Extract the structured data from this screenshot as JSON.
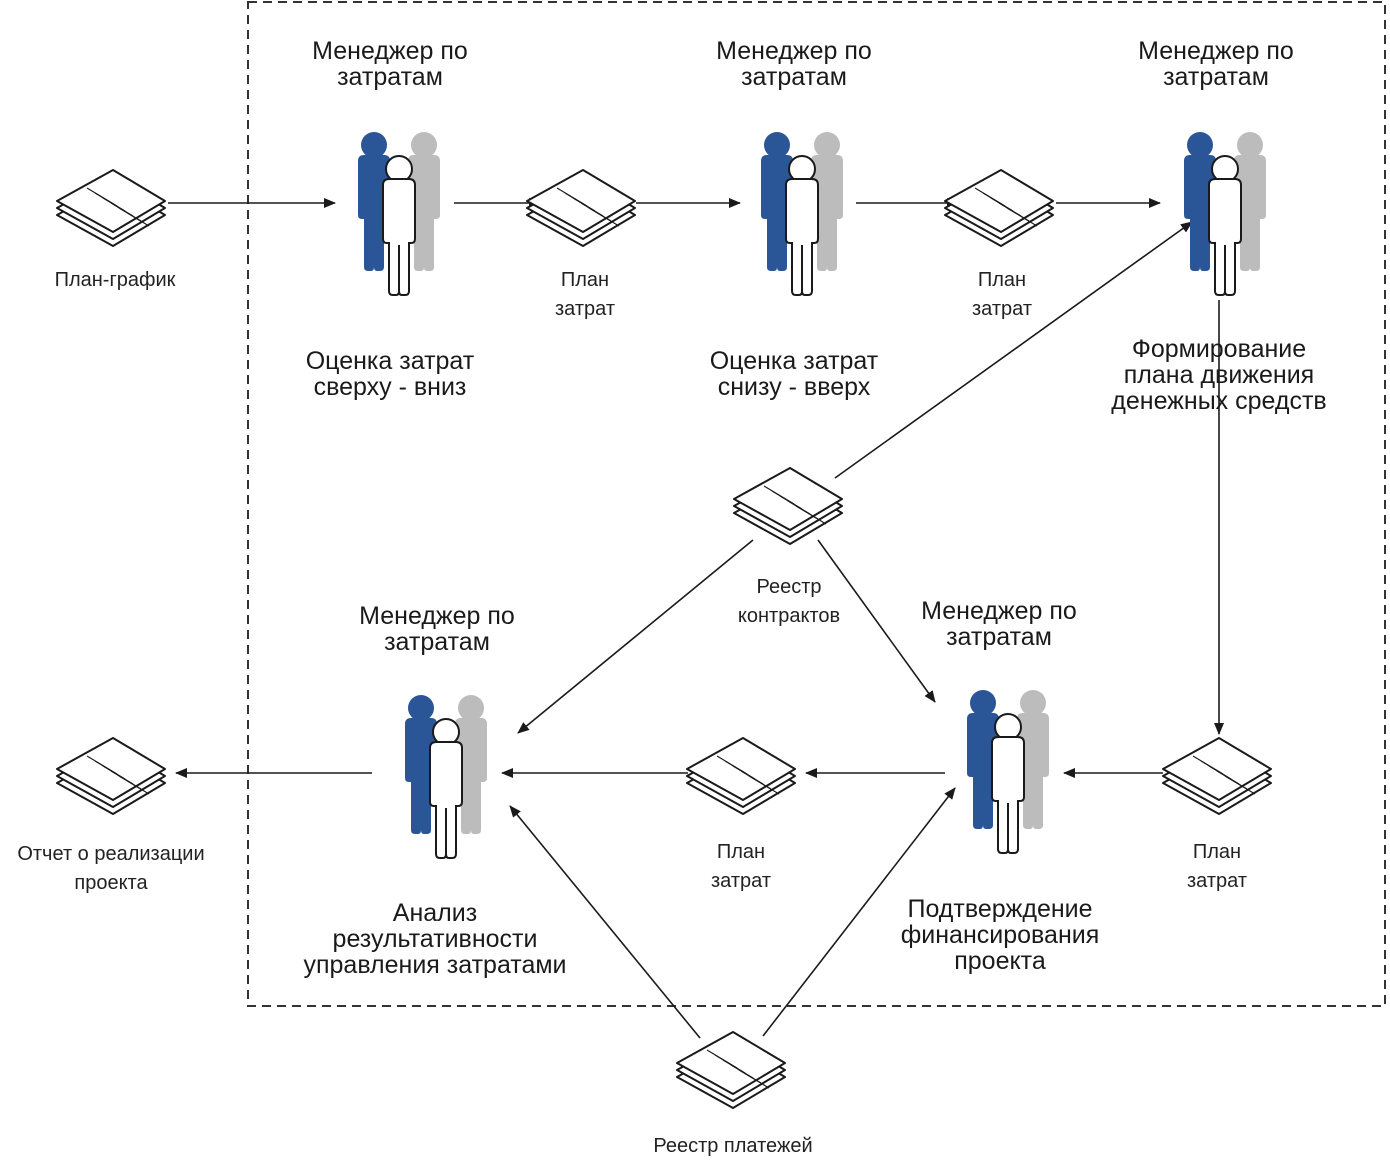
{
  "roles": [
    {
      "id": "role-1",
      "lines": [
        "Менеджер по",
        "затратам"
      ]
    },
    {
      "id": "role-2",
      "lines": [
        "Менеджер по",
        "затратам"
      ]
    },
    {
      "id": "role-3",
      "lines": [
        "Менеджер по",
        "затратам"
      ]
    },
    {
      "id": "role-4",
      "lines": [
        "Менеджер по",
        "затратам"
      ]
    },
    {
      "id": "role-5",
      "lines": [
        "Менеджер по",
        "затратам"
      ]
    }
  ],
  "processes": [
    {
      "id": "process-1",
      "lines": [
        "Оценка затрат",
        "сверху - вниз"
      ]
    },
    {
      "id": "process-2",
      "lines": [
        "Оценка затрат",
        "снизу - вверх"
      ]
    },
    {
      "id": "process-3",
      "lines": [
        "Формирование",
        "плана движения",
        "денежных средств"
      ]
    },
    {
      "id": "process-4",
      "lines": [
        "Анализ",
        "результативности",
        "управления затратами"
      ]
    },
    {
      "id": "process-5",
      "lines": [
        "Подтверждение",
        "финансирования",
        "проекта"
      ]
    }
  ],
  "documents": [
    {
      "id": "doc-plan-grafik",
      "lines": [
        "План-график"
      ]
    },
    {
      "id": "doc-plan-zatrat-1",
      "lines": [
        "План",
        "затрат"
      ]
    },
    {
      "id": "doc-plan-zatrat-2",
      "lines": [
        "План",
        "затрат"
      ]
    },
    {
      "id": "doc-reestr-kontraktov",
      "lines": [
        "Реестр",
        "контрактов"
      ]
    },
    {
      "id": "doc-plan-zatrat-3",
      "lines": [
        "План",
        "затрат"
      ]
    },
    {
      "id": "doc-plan-zatrat-4",
      "lines": [
        "План",
        "затрат"
      ]
    },
    {
      "id": "doc-otchet",
      "lines": [
        "Отчет о реализации",
        "проекта"
      ]
    },
    {
      "id": "doc-reestr-platezhei",
      "lines": [
        "Реестр платежей"
      ]
    }
  ],
  "colors": {
    "person_front": "#2a5596",
    "person_back": "#bcbcbc",
    "line": "#1a1a1a",
    "boundary": "#333333"
  }
}
